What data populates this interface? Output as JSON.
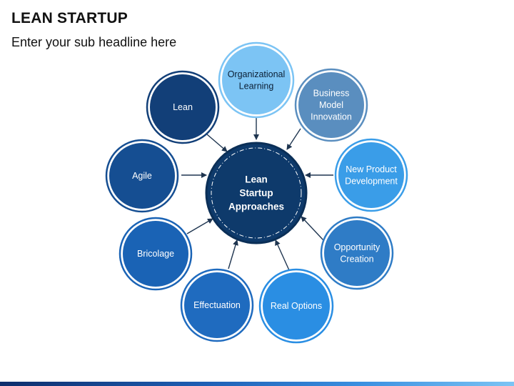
{
  "header": {
    "title": "LEAN STARTUP",
    "subtitle": "Enter your sub headline here"
  },
  "diagram": {
    "center": {
      "lines": [
        "Lean",
        "Startup",
        "Approaches"
      ],
      "color": "#0e3a6b",
      "border": "#0b2f57"
    },
    "nodes": [
      {
        "id": "organizational-learning",
        "lines": [
          "Organizational",
          "Learning"
        ],
        "fill": "#7cc4f4",
        "text": "#0b1f35"
      },
      {
        "id": "business-model-innovation",
        "lines": [
          "Business",
          "Model",
          "Innovation"
        ],
        "fill": "#5a8ebf",
        "text": "#ffffff"
      },
      {
        "id": "new-product-development",
        "lines": [
          "New Product",
          "Development"
        ],
        "fill": "#3a9de8",
        "text": "#ffffff"
      },
      {
        "id": "opportunity-creation",
        "lines": [
          "Opportunity",
          "Creation"
        ],
        "fill": "#2f7cc6",
        "text": "#ffffff"
      },
      {
        "id": "real-options",
        "lines": [
          "Real Options"
        ],
        "fill": "#2a8ee3",
        "text": "#ffffff"
      },
      {
        "id": "effectuation",
        "lines": [
          "Effectuation"
        ],
        "fill": "#1f6bbf",
        "text": "#ffffff"
      },
      {
        "id": "bricolage",
        "lines": [
          "Bricolage"
        ],
        "fill": "#1a63b5",
        "text": "#ffffff"
      },
      {
        "id": "agile",
        "lines": [
          "Agile"
        ],
        "fill": "#154e92",
        "text": "#ffffff"
      },
      {
        "id": "lean",
        "lines": [
          "Lean"
        ],
        "fill": "#123f78",
        "text": "#ffffff"
      }
    ],
    "arrow_color": "#1f3550"
  }
}
